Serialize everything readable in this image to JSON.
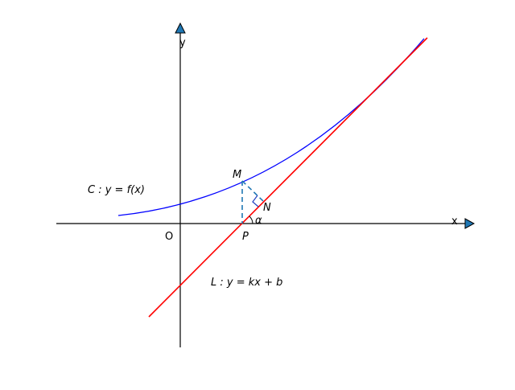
{
  "diagram": {
    "axes": {
      "x_label": "x",
      "y_label": "y",
      "origin_label": "O"
    },
    "points": {
      "M": "M",
      "N": "N",
      "P": "P"
    },
    "angle_label": "α",
    "curve_label": "C : y = f(x)",
    "line_label": "L : y = kx + b",
    "colors": {
      "axis": "#000000",
      "arrowhead": "#1f77b4",
      "curve": "#0000ff",
      "line": "#ff0000",
      "construction": "#1f77b4",
      "right_angle_marker": "#1f3fbf"
    }
  }
}
